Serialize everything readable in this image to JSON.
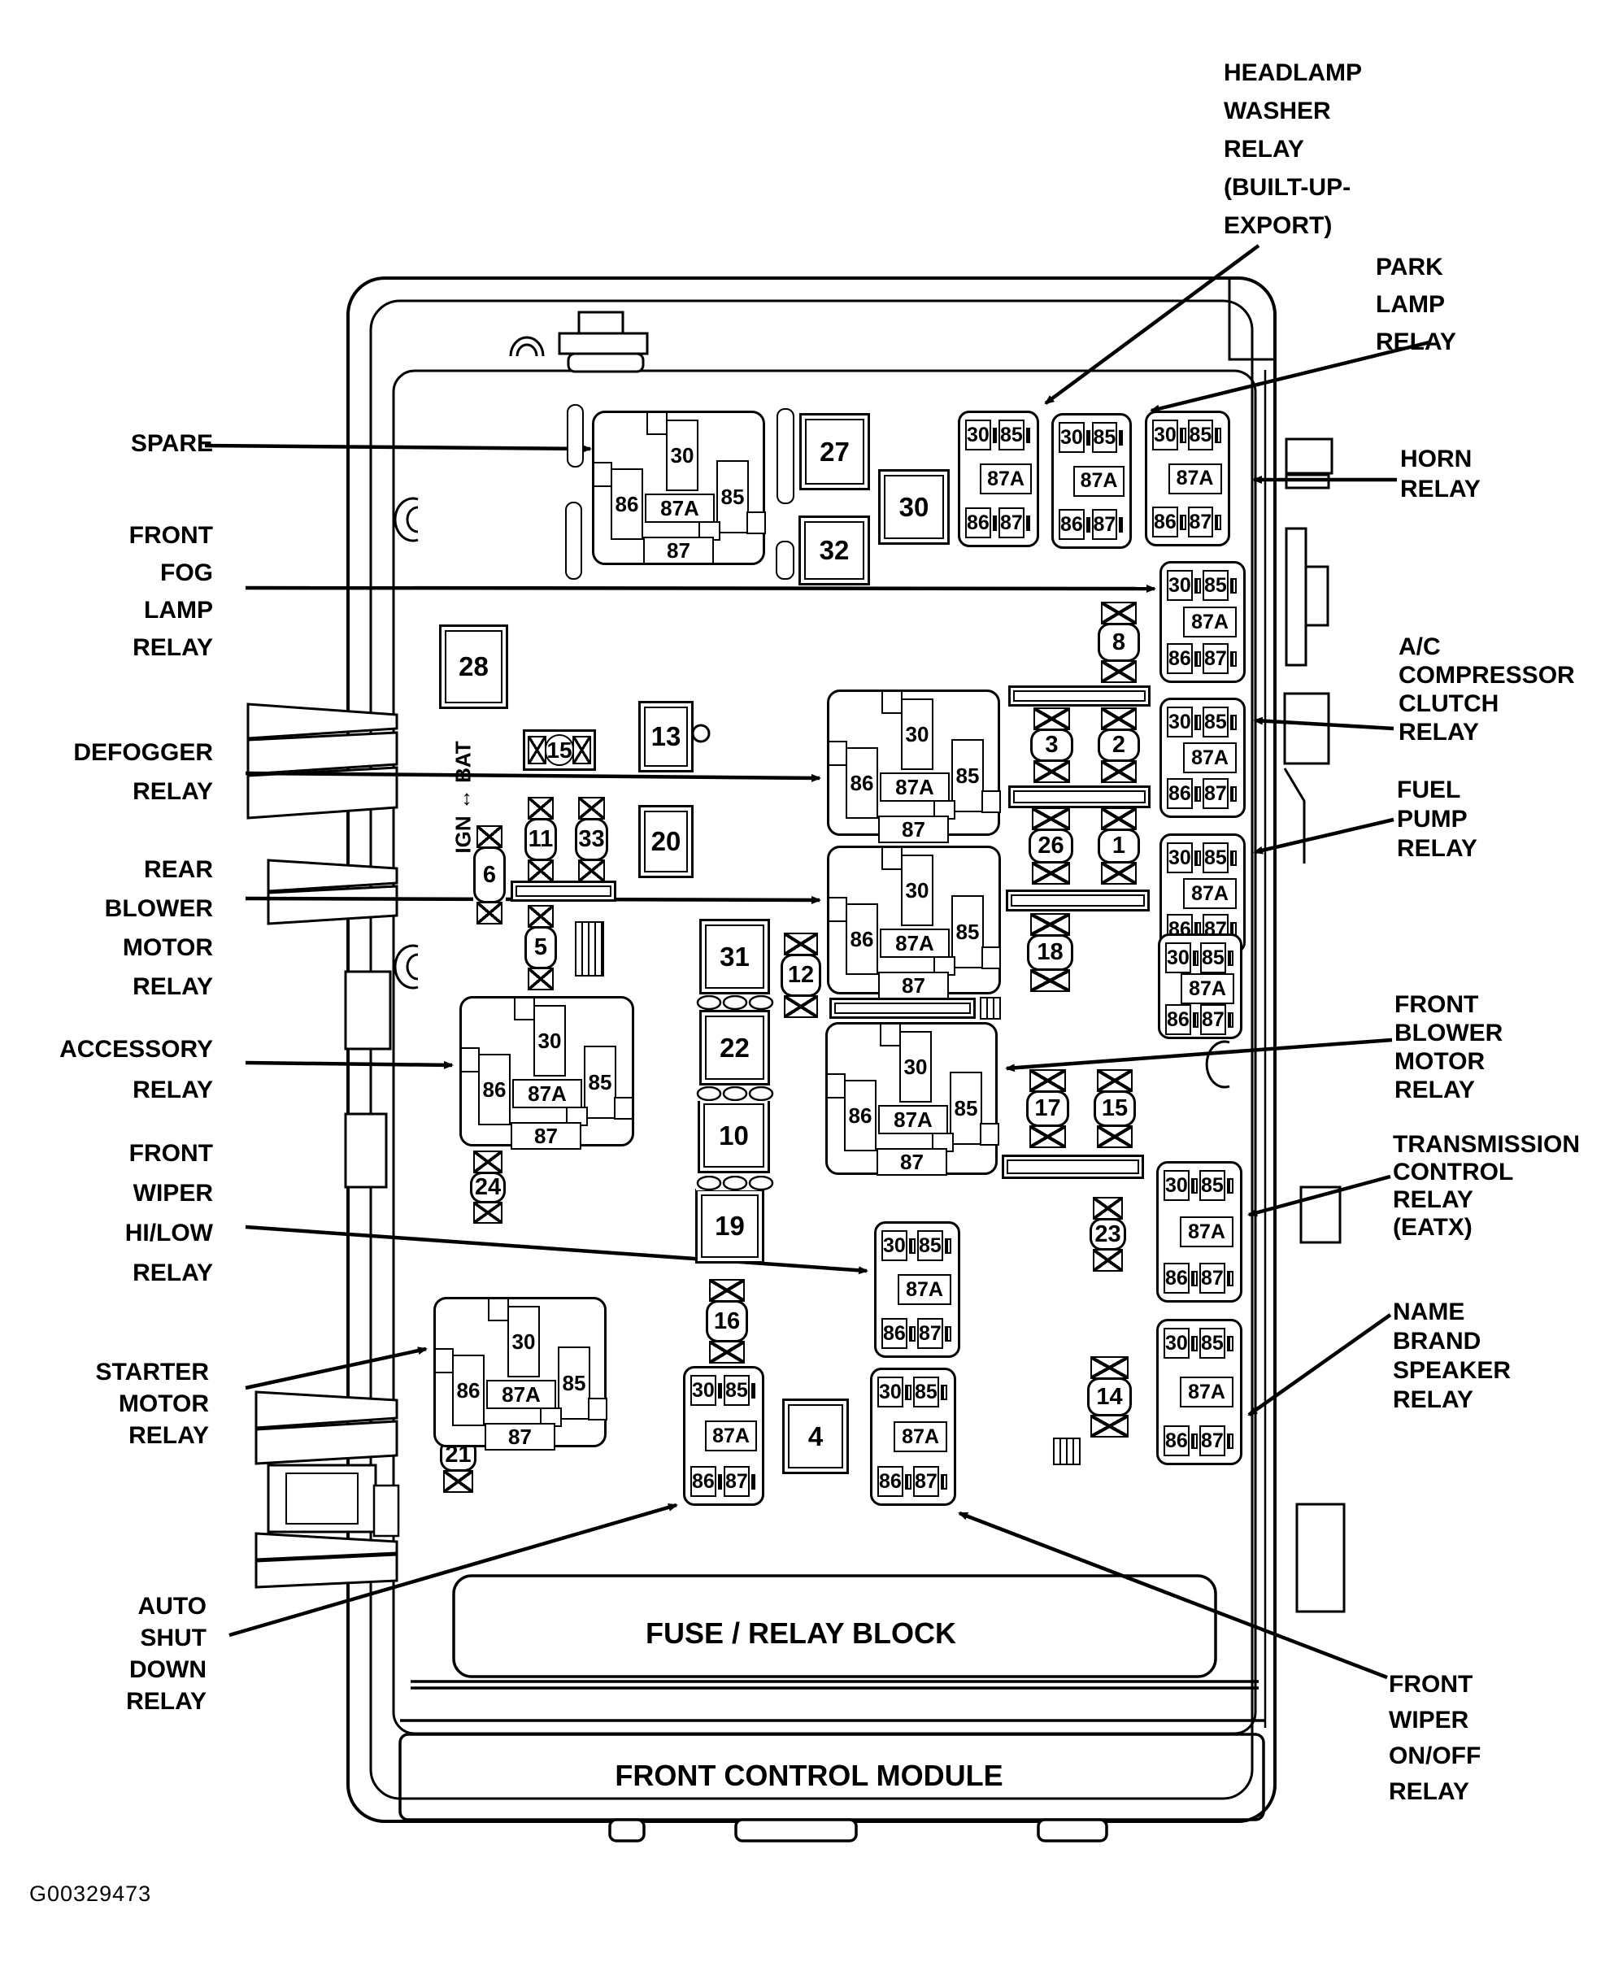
{
  "titles": {
    "fuse_relay_block": "FUSE / RELAY BLOCK",
    "front_control_module": "FRONT CONTROL MODULE",
    "figure_code": "G00329473",
    "ign_bat": "IGN ↔ BAT"
  },
  "pins": {
    "p30": "30",
    "p85": "85",
    "p86": "86",
    "p87": "87",
    "p87a": "87A"
  },
  "left_labels": [
    {
      "id": "spare",
      "lines": [
        "SPARE"
      ]
    },
    {
      "id": "front-fog-lamp-relay",
      "lines": [
        "FRONT",
        "FOG",
        "LAMP",
        "RELAY"
      ]
    },
    {
      "id": "defogger-relay",
      "lines": [
        "DEFOGGER",
        "RELAY"
      ]
    },
    {
      "id": "rear-blower-motor-relay",
      "lines": [
        "REAR",
        "BLOWER",
        "MOTOR",
        "RELAY"
      ]
    },
    {
      "id": "accessory-relay",
      "lines": [
        "ACCESSORY",
        "RELAY"
      ]
    },
    {
      "id": "front-wiper-hilow-relay",
      "lines": [
        "FRONT",
        "WIPER",
        "HI/LOW",
        "RELAY"
      ]
    },
    {
      "id": "starter-motor-relay",
      "lines": [
        "STARTER",
        "MOTOR",
        "RELAY"
      ]
    },
    {
      "id": "auto-shut-down-relay",
      "lines": [
        "AUTO",
        "SHUT",
        "DOWN",
        "RELAY"
      ]
    }
  ],
  "right_labels": [
    {
      "id": "headlamp-washer-relay",
      "lines": [
        "HEADLAMP",
        "WASHER",
        "RELAY",
        "(BUILT-UP-",
        "EXPORT)"
      ]
    },
    {
      "id": "park-lamp-relay",
      "lines": [
        "PARK",
        "LAMP",
        "RELAY"
      ]
    },
    {
      "id": "horn-relay",
      "lines": [
        "HORN",
        "RELAY"
      ]
    },
    {
      "id": "ac-compressor-clutch-relay",
      "lines": [
        "A/C",
        "COMPRESSOR",
        "CLUTCH",
        "RELAY"
      ]
    },
    {
      "id": "fuel-pump-relay",
      "lines": [
        "FUEL",
        "PUMP",
        "RELAY"
      ]
    },
    {
      "id": "front-blower-motor-relay",
      "lines": [
        "FRONT",
        "BLOWER",
        "MOTOR",
        "RELAY"
      ]
    },
    {
      "id": "transmission-control-relay-eatx",
      "lines": [
        "TRANSMISSION",
        "CONTROL",
        "RELAY",
        "(EATX)"
      ]
    },
    {
      "id": "name-brand-speaker-relay",
      "lines": [
        "NAME",
        "BRAND",
        "SPEAKER",
        "RELAY"
      ]
    },
    {
      "id": "front-wiper-onoff-relay",
      "lines": [
        "FRONT",
        "WIPER",
        "ON/OFF",
        "RELAY"
      ]
    }
  ],
  "fuses": {
    "f27": "27",
    "f32": "32",
    "f30sq": "30",
    "f28": "28",
    "f13": "13",
    "f20": "20",
    "f31": "31",
    "f22": "22",
    "f10": "10",
    "f19": "19",
    "f4": "4",
    "f15c": "15",
    "f11": "11",
    "f33": "33",
    "f6": "6",
    "f5": "5",
    "f12": "12",
    "f24": "24",
    "f16": "16",
    "f21": "21",
    "f8": "8",
    "f3": "3",
    "f2": "2",
    "f26": "26",
    "f1": "1",
    "f18": "18",
    "f17": "17",
    "f15r": "15",
    "f23": "23",
    "f14": "14"
  }
}
